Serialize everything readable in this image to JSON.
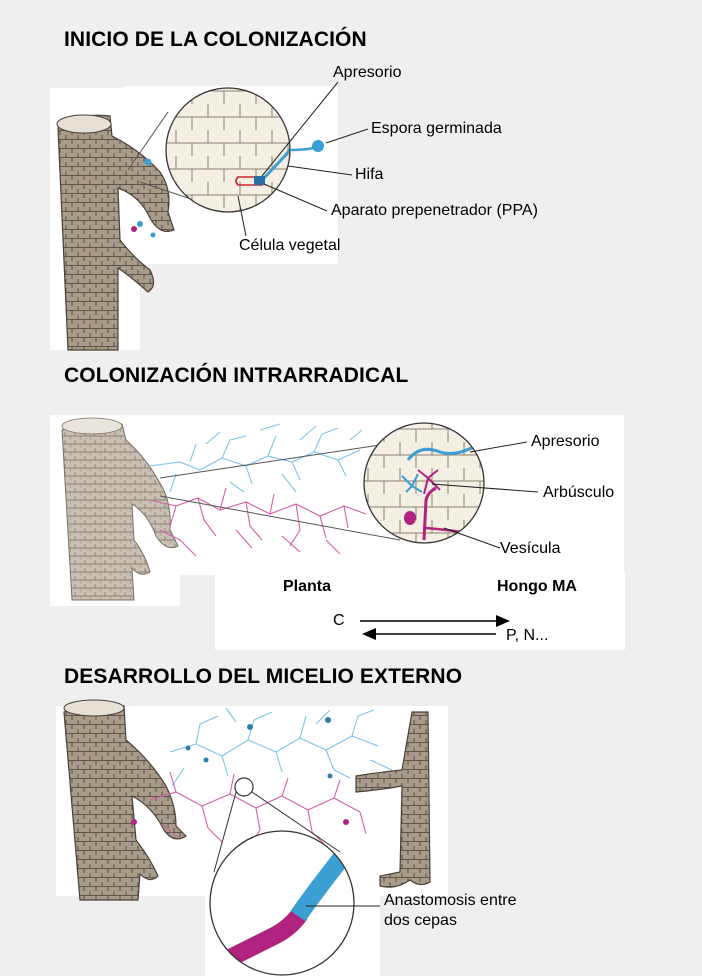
{
  "sections": [
    {
      "heading": "INICIO DE LA COLONIZACIÓN",
      "labels": {
        "apresorio": "Apresorio",
        "espora": "Espora germinada",
        "hifa": "Hifa",
        "ppa": "Aparato prepenetrador (PPA)",
        "celula": "Célula vegetal"
      }
    },
    {
      "heading": "COLONIZACIÓN INTRARRADICAL",
      "labels": {
        "apresorio": "Apresorio",
        "arbusculo": "Arbúsculo",
        "vesicula": "Vesícula"
      },
      "exchange": {
        "planta": "Planta",
        "hongo": "Hongo MA",
        "c": "C",
        "pn": "P, N..."
      }
    },
    {
      "heading": "DESARROLLO DEL MICELIO EXTERNO",
      "labels": {
        "anastomosis_1": "Anastomosis entre",
        "anastomosis_2": "dos cepas"
      }
    }
  ],
  "colors": {
    "root": "#a89b8a",
    "root_line": "#4a4036",
    "fungus_blue": "#3b9fd4",
    "fungus_magenta": "#b0237e",
    "cell_fill": "#f3efe3"
  }
}
